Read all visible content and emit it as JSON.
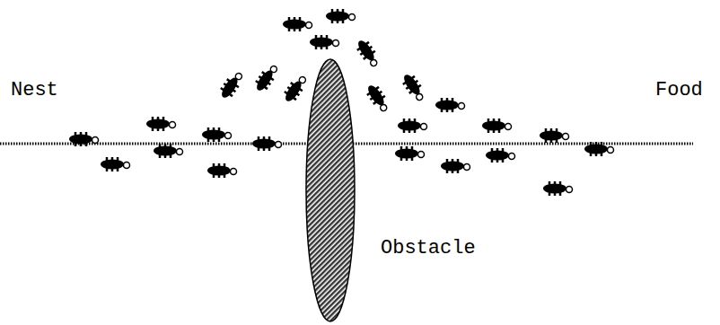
{
  "diagram": {
    "labels": [
      "Nest",
      "Food",
      "Obstacle"
    ]
  }
}
